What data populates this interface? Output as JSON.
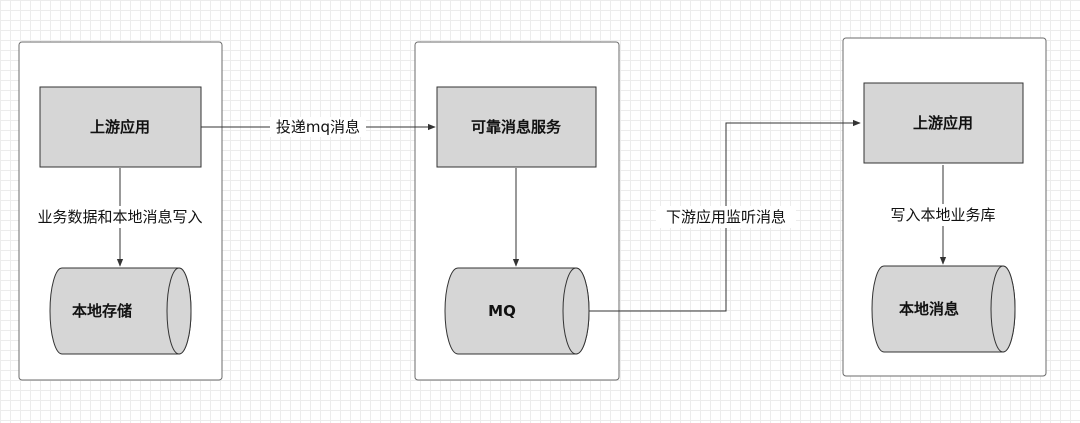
{
  "diagram": {
    "left": {
      "app": "上游应用",
      "storage": "本地存储",
      "edge_label": "业务数据和本地消息写入"
    },
    "middle": {
      "service": "可靠消息服务",
      "queue": "MQ"
    },
    "right": {
      "app": "上游应用",
      "storage": "本地消息",
      "edge_label": "写入本地业务库"
    },
    "edges": {
      "deliver": "投递mq消息",
      "listen": "下游应用监听消息"
    }
  }
}
